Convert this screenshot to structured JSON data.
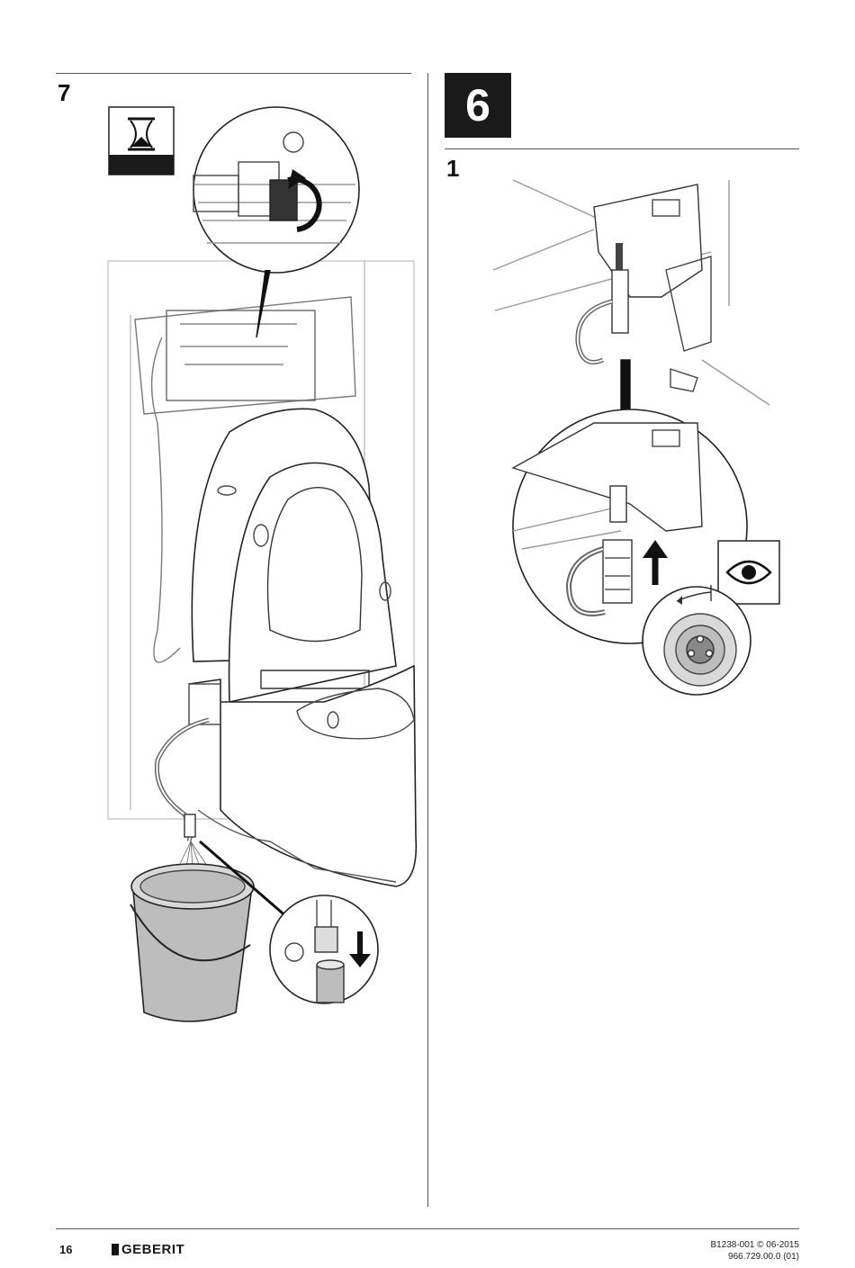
{
  "left_section": {
    "step_number": "7"
  },
  "right_section": {
    "step_box_number": "6",
    "substep_number": "1"
  },
  "icons": {
    "wait": "hourglass-icon",
    "inspect": "eye-icon",
    "rotate": "rotate-arrow-icon",
    "down": "arrow-down-icon",
    "up": "arrow-up-icon"
  },
  "colors": {
    "ink": "#1a1a1a",
    "grey_fill": "#bdbdbd",
    "light_grey": "#d9d9d9"
  },
  "footer": {
    "page_number": "16",
    "brand": "GEBERIT",
    "doc_ref_line1": "B1238-001 © 06-2015",
    "doc_ref_line2": "966.729.00.0 (01)"
  }
}
